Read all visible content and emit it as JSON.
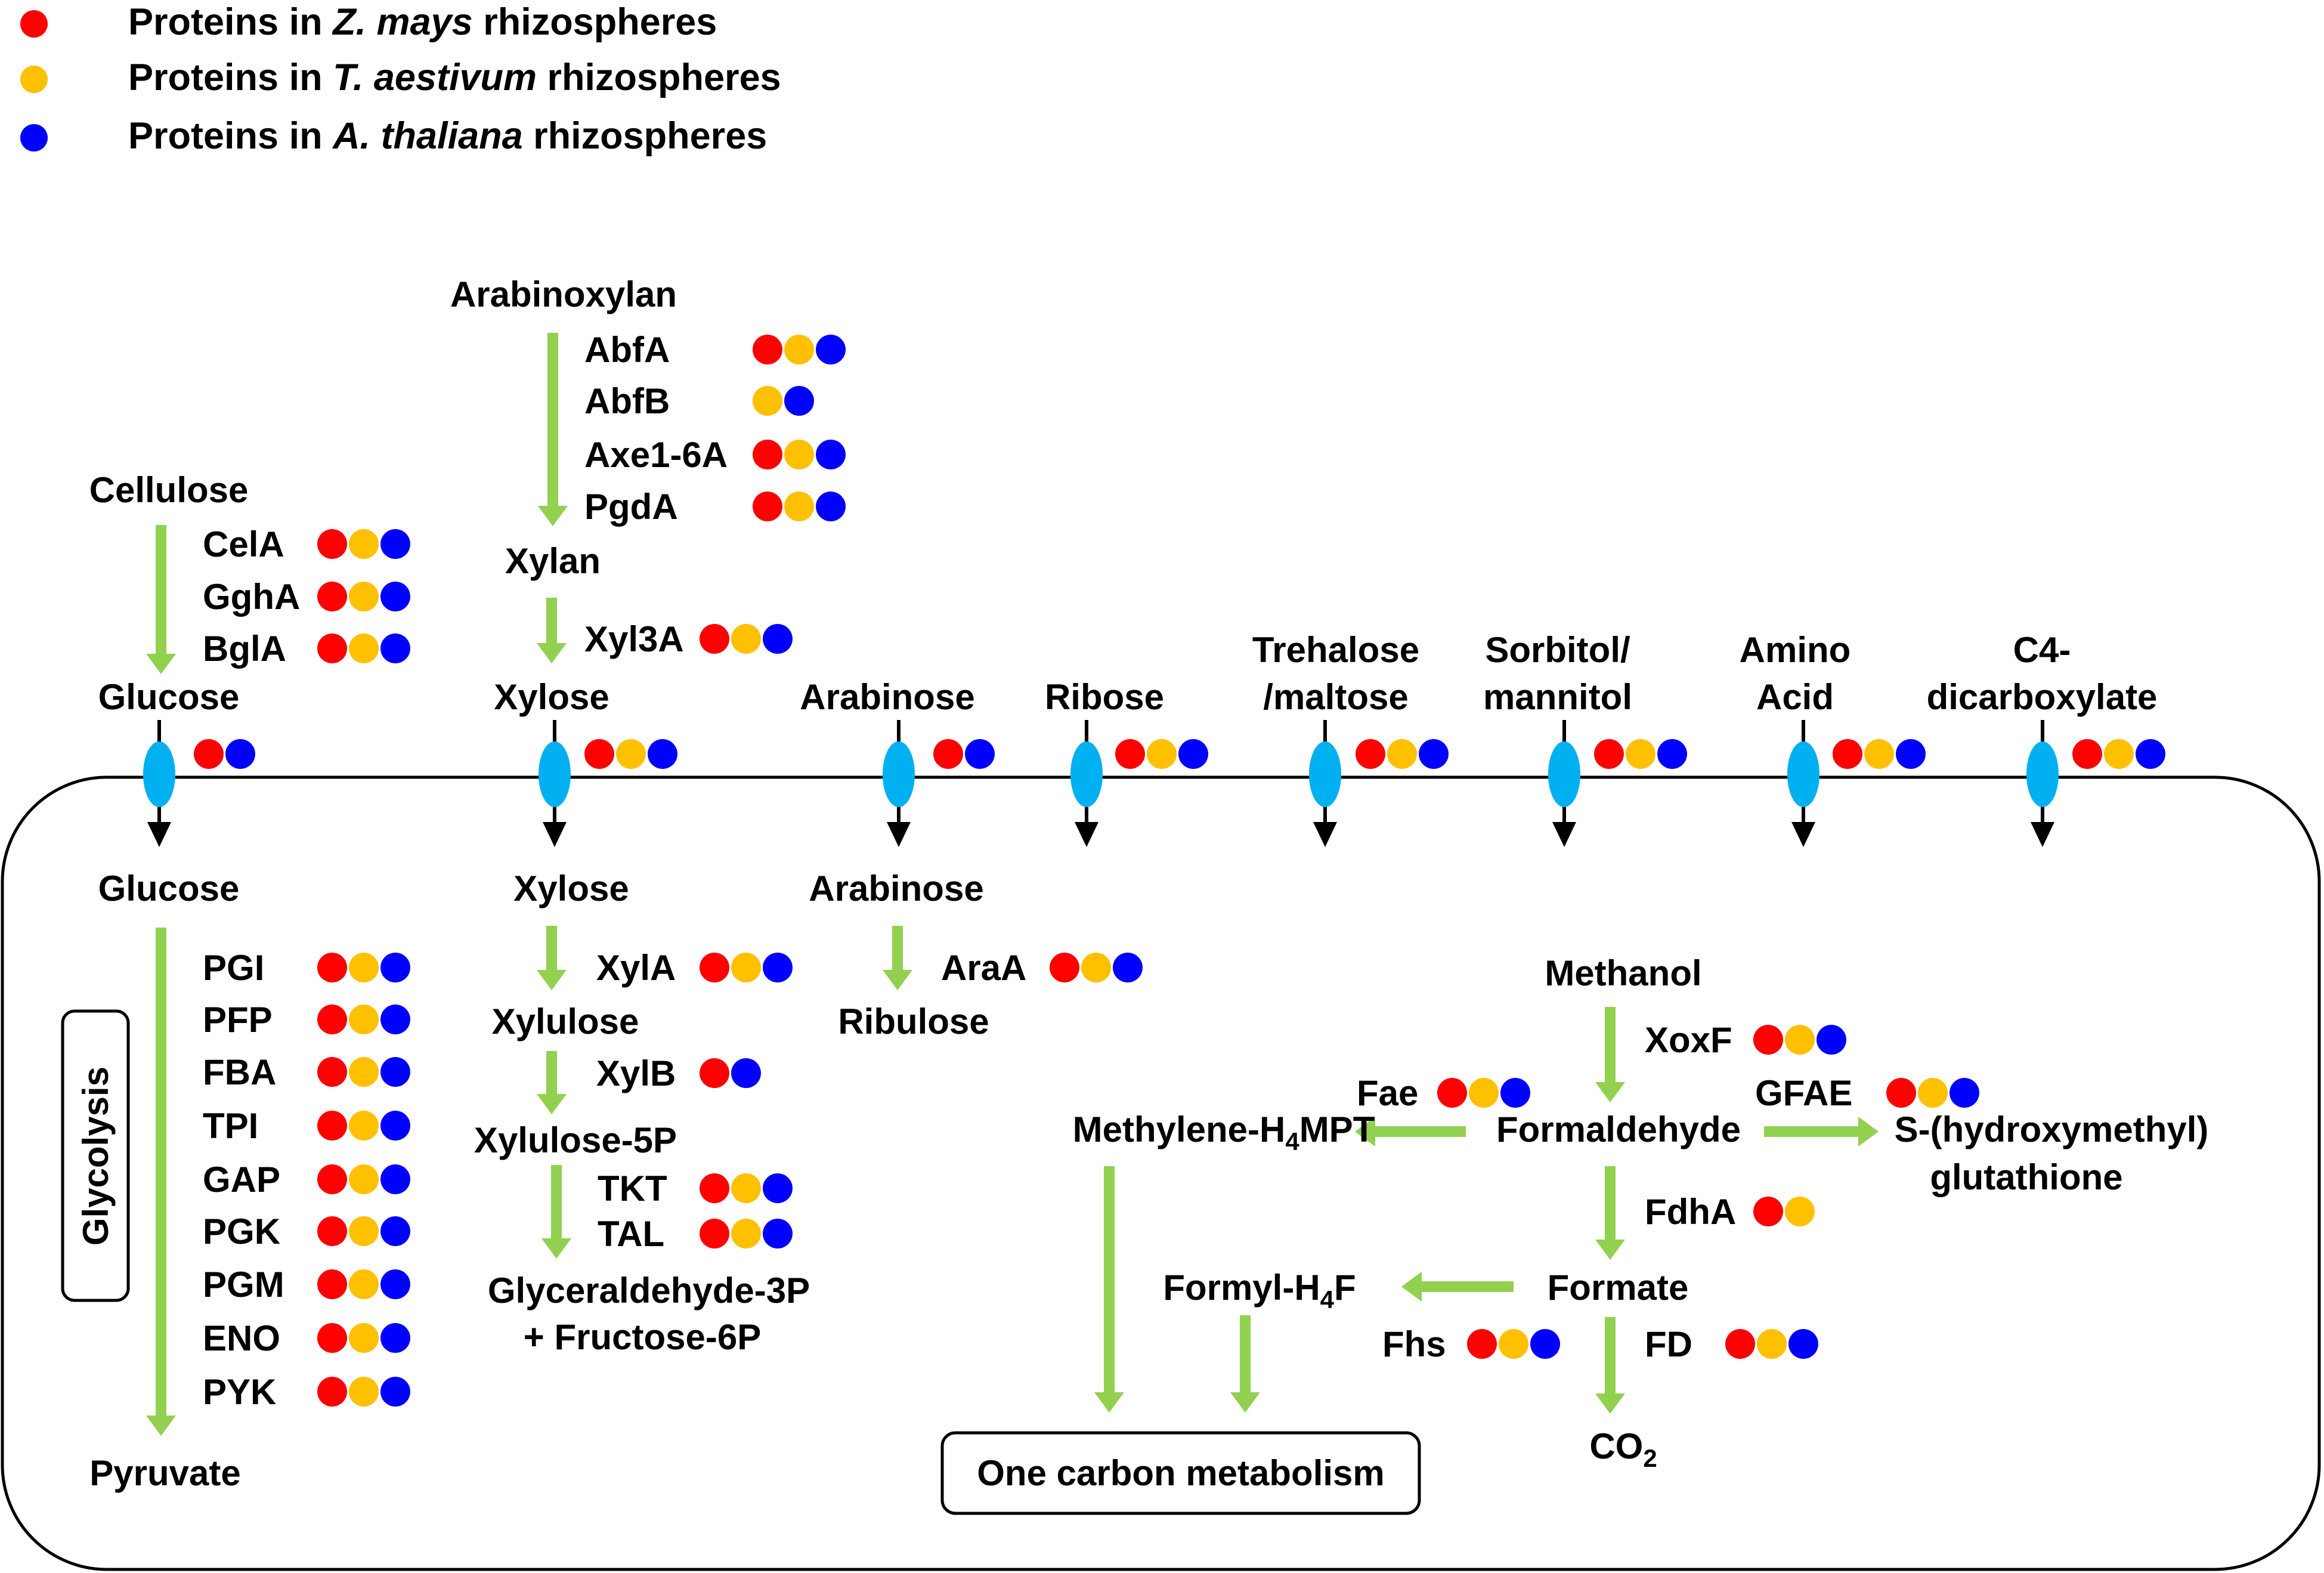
{
  "colors": {
    "zea": "#ff0000",
    "triticum": "#ffc000",
    "arabidopsis": "#0000ff",
    "arrow": "#92d050",
    "transporter": "#00b0f0",
    "membrane": "#000000"
  },
  "legend": [
    {
      "color": "zea",
      "prefix": "Proteins in ",
      "species": "Z. mays",
      "suffix": " rhizospheres"
    },
    {
      "color": "triticum",
      "prefix": "Proteins in ",
      "species": "T. aestivum",
      "suffix": " rhizospheres"
    },
    {
      "color": "arabidopsis",
      "prefix": "Proteins in ",
      "species": "A. thaliana",
      "suffix": " rhizospheres"
    }
  ],
  "substrates": {
    "cellulose": "Cellulose",
    "arabinoxylan": "Arabinoxylan",
    "xylan": "Xylan",
    "glucose_out": "Glucose",
    "xylose_out": "Xylose",
    "arabinose_out": "Arabinose",
    "ribose_out": "Ribose",
    "trehalose_1": "Trehalose",
    "trehalose_2": "/maltose",
    "sorbitol_1": "Sorbitol/",
    "sorbitol_2": "mannitol",
    "amino_1": "Amino",
    "amino_2": "Acid",
    "c4_1": "C4-",
    "c4_2": "dicarboxylate"
  },
  "internal": {
    "glucose": "Glucose",
    "pyruvate": "Pyruvate",
    "glycolysis": "Glycolysis",
    "xylose": "Xylose",
    "xylulose": "Xylulose",
    "xylulose5p": "Xylulose-5P",
    "g3p": "Glyceraldehyde-3P",
    "f6p": "+ Fructose-6P",
    "arabinose": "Arabinose",
    "ribulose": "Ribulose",
    "methanol": "Methanol",
    "formaldehyde": "Formaldehyde",
    "methylene_base": "Methylene-H",
    "methylene_sub": "4",
    "methylene_tail": "MPT",
    "hmg_1": "S-(hydroxymethyl)",
    "hmg_2": "glutathione",
    "formate": "Formate",
    "formyl_base": "Formyl-H",
    "formyl_sub": "4",
    "formyl_tail": "F",
    "co2_base": "CO",
    "co2_sub": "2",
    "one_carbon": "One carbon metabolism"
  },
  "enzymes": {
    "CelA": [
      "zea",
      "triticum",
      "arabidopsis"
    ],
    "GghA": [
      "zea",
      "triticum",
      "arabidopsis"
    ],
    "BglA": [
      "zea",
      "triticum",
      "arabidopsis"
    ],
    "AbfA": [
      "zea",
      "triticum",
      "arabidopsis"
    ],
    "AbfB": [
      "triticum",
      "arabidopsis"
    ],
    "Axe1-6A": [
      "zea",
      "triticum",
      "arabidopsis"
    ],
    "PgdA": [
      "zea",
      "triticum",
      "arabidopsis"
    ],
    "Xyl3A": [
      "zea",
      "triticum",
      "arabidopsis"
    ],
    "PGI": [
      "zea",
      "triticum",
      "arabidopsis"
    ],
    "PFP": [
      "zea",
      "triticum",
      "arabidopsis"
    ],
    "FBA": [
      "zea",
      "triticum",
      "arabidopsis"
    ],
    "TPI": [
      "zea",
      "triticum",
      "arabidopsis"
    ],
    "GAP": [
      "zea",
      "triticum",
      "arabidopsis"
    ],
    "PGK": [
      "zea",
      "triticum",
      "arabidopsis"
    ],
    "PGM": [
      "zea",
      "triticum",
      "arabidopsis"
    ],
    "ENO": [
      "zea",
      "triticum",
      "arabidopsis"
    ],
    "PYK": [
      "zea",
      "triticum",
      "arabidopsis"
    ],
    "XylA": [
      "zea",
      "triticum",
      "arabidopsis"
    ],
    "XylB": [
      "zea",
      "arabidopsis"
    ],
    "TKT": [
      "zea",
      "triticum",
      "arabidopsis"
    ],
    "TAL": [
      "zea",
      "triticum",
      "arabidopsis"
    ],
    "AraA": [
      "zea",
      "triticum",
      "arabidopsis"
    ],
    "XoxF": [
      "zea",
      "triticum",
      "arabidopsis"
    ],
    "Fae": [
      "zea",
      "triticum",
      "arabidopsis"
    ],
    "GFAE": [
      "zea",
      "triticum",
      "arabidopsis"
    ],
    "FdhA": [
      "zea",
      "triticum"
    ],
    "Fhs": [
      "zea",
      "triticum",
      "arabidopsis"
    ],
    "FD": [
      "zea",
      "triticum",
      "arabidopsis"
    ]
  },
  "transporters": {
    "glucose": [
      "zea",
      "arabidopsis"
    ],
    "xylose": [
      "zea",
      "triticum",
      "arabidopsis"
    ],
    "arabinose": [
      "zea",
      "arabidopsis"
    ],
    "ribose": [
      "zea",
      "triticum",
      "arabidopsis"
    ],
    "trehalose": [
      "zea",
      "triticum",
      "arabidopsis"
    ],
    "sorbitol": [
      "zea",
      "triticum",
      "arabidopsis"
    ],
    "amino": [
      "zea",
      "triticum",
      "arabidopsis"
    ],
    "c4": [
      "zea",
      "triticum",
      "arabidopsis"
    ]
  }
}
